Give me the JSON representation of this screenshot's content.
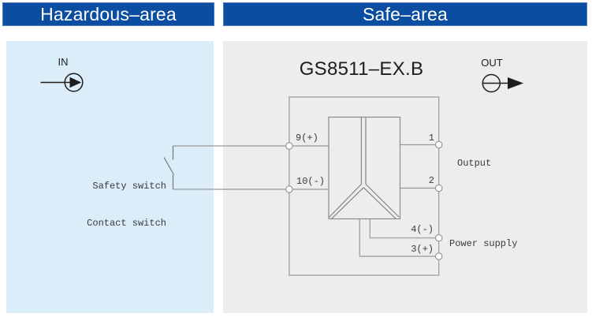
{
  "headers": {
    "hazardous": "Hazardous–area",
    "safe": "Safe–area"
  },
  "title": "GS8511–EX.B",
  "symbols": {
    "in": "IN",
    "out": "OUT"
  },
  "switch_labels": {
    "line1": "Safety switch",
    "line2": "Contact switch"
  },
  "terminals": {
    "t9": "9(+)",
    "t10": "10(-)",
    "t1": "1",
    "t2": "2",
    "t4": "4(-)",
    "t3": "3(+)"
  },
  "side_labels": {
    "output": "Output",
    "power": "Power supply"
  },
  "colors": {
    "header_bg": "#0b4da1",
    "header_border": "#4c7ab9",
    "hazardous_panel_bg": "#dbedf8",
    "safe_panel_bg": "#ededef",
    "wire": "#999999",
    "isolator_line": "#7f7f7f",
    "symbol_ink": "#1d1d1b",
    "label_ink": "#3a3a3a"
  }
}
